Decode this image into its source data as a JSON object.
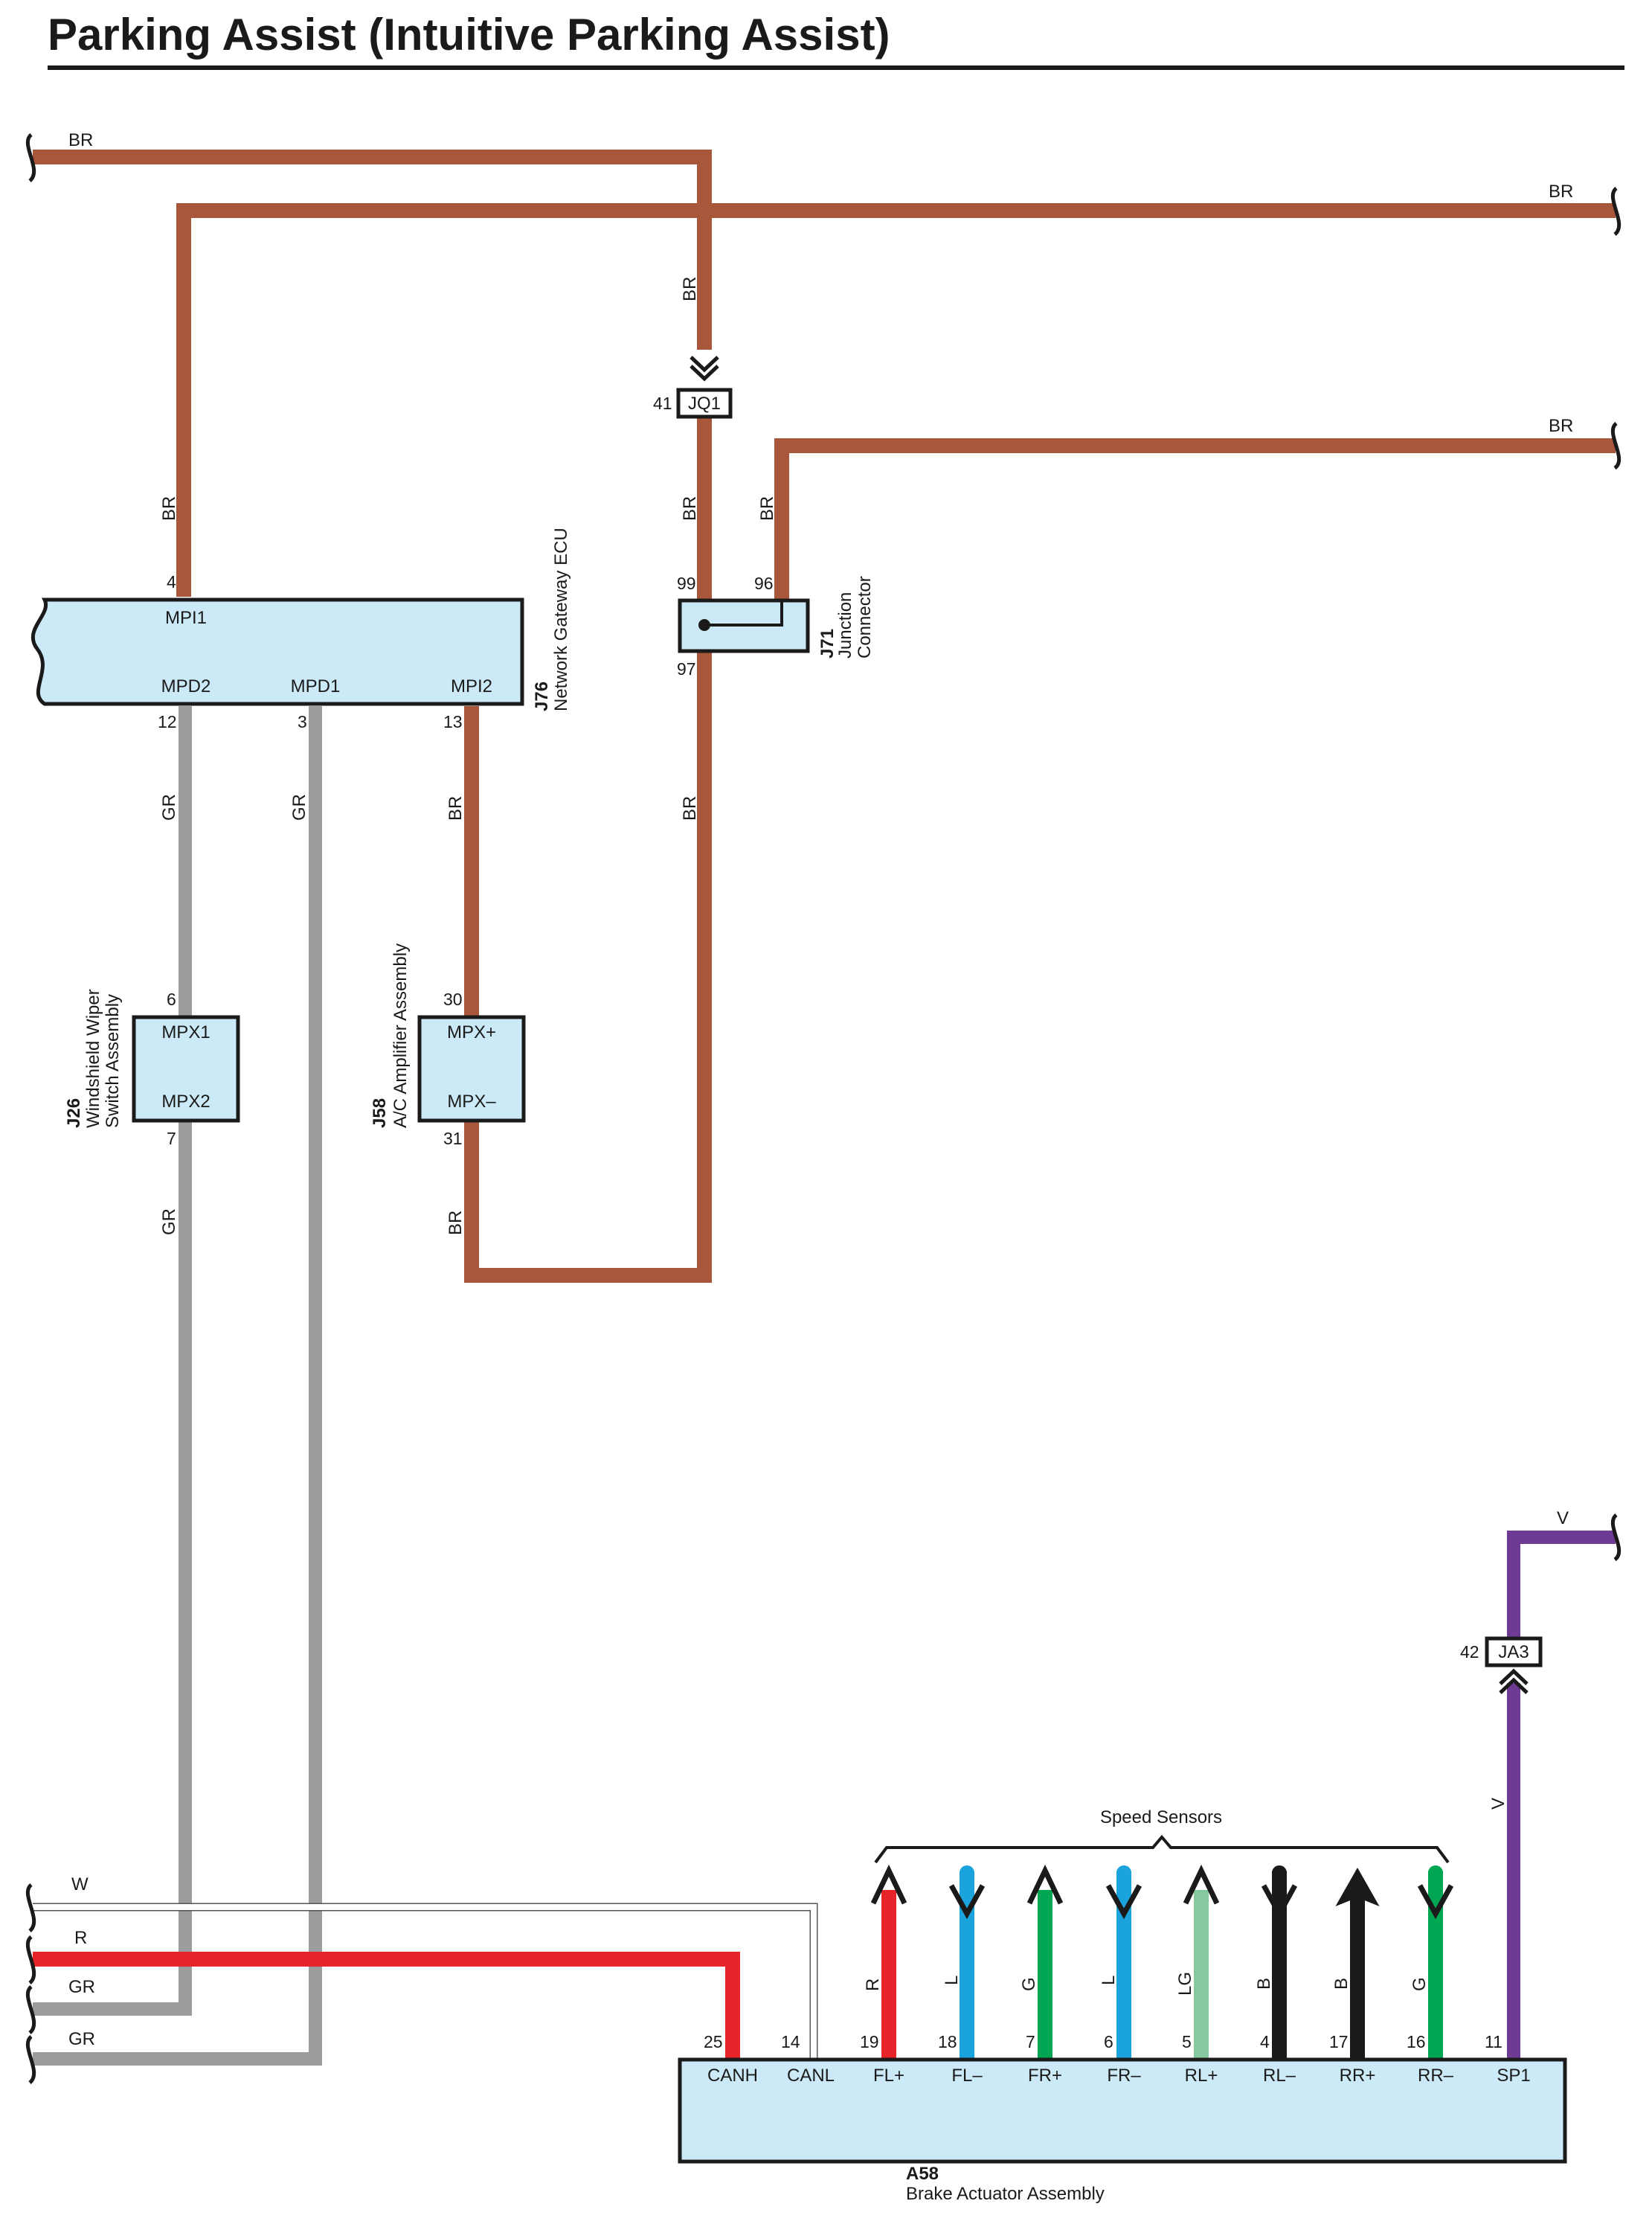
{
  "title": "Parking Assist (Intuitive Parking Assist)",
  "colors": {
    "BR": "#a9573a",
    "GR": "#9b9c9e",
    "R": "#e8242b",
    "L": "#1aa3dc",
    "G": "#00a651",
    "LG": "#86c9a0",
    "B": "#1a1a1a",
    "V": "#6f3a93",
    "W": "#ffffff",
    "component_fill": "#cbe9f6"
  },
  "wires": {
    "br_top_left": "BR",
    "br_top_right": "BR",
    "br_jq1_vert": "BR",
    "br_mpi1_vert": "BR",
    "br_jq1_to_99": "BR",
    "br_96_vert": "BR",
    "br_96_right": "BR",
    "br_97_down": "BR",
    "br_mpi2_down": "BR",
    "br_31_down": "BR",
    "gr_mpd2": "GR",
    "gr_mpd1": "GR",
    "gr_mpx2_down": "GR",
    "w_bottom": "W",
    "r_bottom": "R",
    "gr_bottom1": "GR",
    "gr_bottom2": "GR",
    "v_top": "V",
    "v_vert": "V"
  },
  "connectors": {
    "jq1": {
      "name": "JQ1",
      "pin": "41"
    },
    "ja3": {
      "name": "JA3",
      "pin": "42"
    }
  },
  "components": {
    "j76": {
      "code": "J76",
      "name": "Network Gateway ECU",
      "terminals": [
        {
          "name": "MPI1",
          "pin": "4"
        },
        {
          "name": "MPD2",
          "pin": "12"
        },
        {
          "name": "MPD1",
          "pin": "3"
        },
        {
          "name": "MPI2",
          "pin": "13"
        }
      ]
    },
    "j71": {
      "code": "J71",
      "name_line1": "Junction",
      "name_line2": "Connector",
      "pins": [
        "99",
        "96",
        "97"
      ]
    },
    "j26": {
      "code": "J26",
      "name_line1": "Windshield Wiper",
      "name_line2": "Switch Assembly",
      "terminals": [
        {
          "name": "MPX1",
          "pin": "6"
        },
        {
          "name": "MPX2",
          "pin": "7"
        }
      ]
    },
    "j58": {
      "code": "J58",
      "name": "A/C Amplifier Assembly",
      "terminals": [
        {
          "name": "MPX+",
          "pin": "30"
        },
        {
          "name": "MPX–",
          "pin": "31"
        }
      ]
    },
    "a58": {
      "code": "A58",
      "name": "Brake Actuator Assembly",
      "terminals": [
        {
          "name": "CANH",
          "pin": "25"
        },
        {
          "name": "CANL",
          "pin": "14"
        },
        {
          "name": "FL+",
          "pin": "19",
          "wire": "R",
          "arrow": "up"
        },
        {
          "name": "FL–",
          "pin": "18",
          "wire": "L",
          "arrow": "down"
        },
        {
          "name": "FR+",
          "pin": "7",
          "wire": "G",
          "arrow": "up"
        },
        {
          "name": "FR–",
          "pin": "6",
          "wire": "L",
          "arrow": "down"
        },
        {
          "name": "RL+",
          "pin": "5",
          "wire": "LG",
          "arrow": "up"
        },
        {
          "name": "RL–",
          "pin": "4",
          "wire": "B",
          "arrow": "down"
        },
        {
          "name": "RR+",
          "pin": "17",
          "wire": "B",
          "arrow": "up"
        },
        {
          "name": "RR–",
          "pin": "16",
          "wire": "G",
          "arrow": "down"
        },
        {
          "name": "SP1",
          "pin": "11"
        }
      ]
    }
  },
  "speed_sensors_label": "Speed Sensors"
}
